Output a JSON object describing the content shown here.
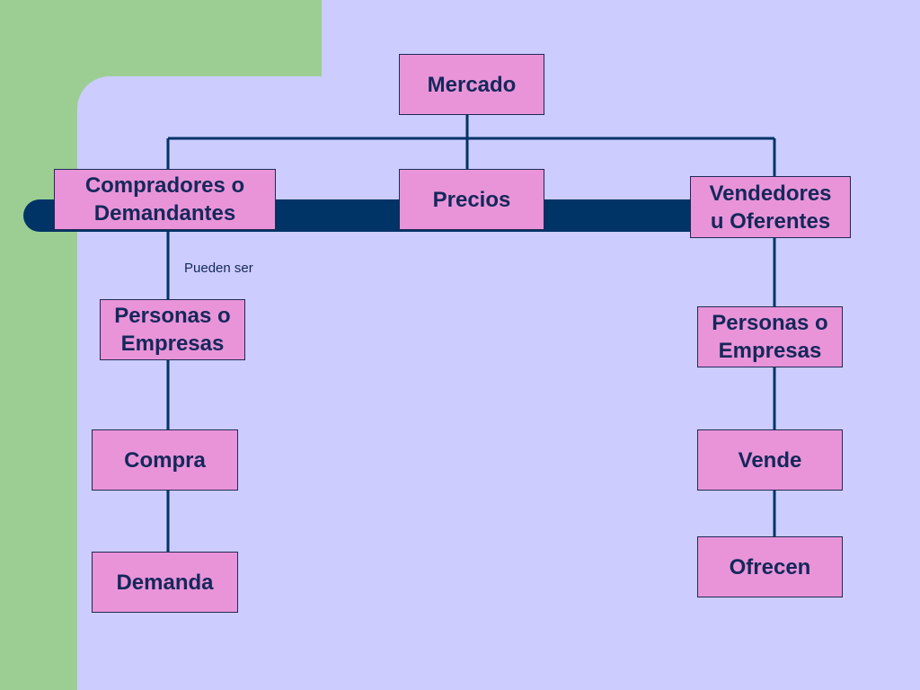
{
  "colors": {
    "green_background": "#9cce94",
    "lavender_background": "#ccccff",
    "accent_bar": "#003366",
    "node_fill": "#e994d9",
    "node_text": "#14285a",
    "connector": "#003366"
  },
  "nodes": {
    "mercado": "Mercado",
    "compradores": "Compradores o\nDemandantes",
    "precios": "Precios",
    "vendedores": "Vendedores\nu Oferentes",
    "personas_left": "Personas o\nEmpresas",
    "personas_right": "Personas o\nEmpresas",
    "compra": "Compra",
    "vende": "Vende",
    "demanda": "Demanda",
    "ofrecen": "Ofrecen"
  },
  "edges": [
    {
      "from": "mercado",
      "to": "compradores"
    },
    {
      "from": "mercado",
      "to": "precios"
    },
    {
      "from": "mercado",
      "to": "vendedores"
    },
    {
      "from": "compradores",
      "to": "personas_left",
      "label": "Pueden ser"
    },
    {
      "from": "personas_left",
      "to": "compra"
    },
    {
      "from": "compra",
      "to": "demanda"
    },
    {
      "from": "vendedores",
      "to": "personas_right"
    },
    {
      "from": "personas_right",
      "to": "vende"
    },
    {
      "from": "vende",
      "to": "ofrecen"
    }
  ],
  "caption_pueden_ser": "Pueden ser"
}
